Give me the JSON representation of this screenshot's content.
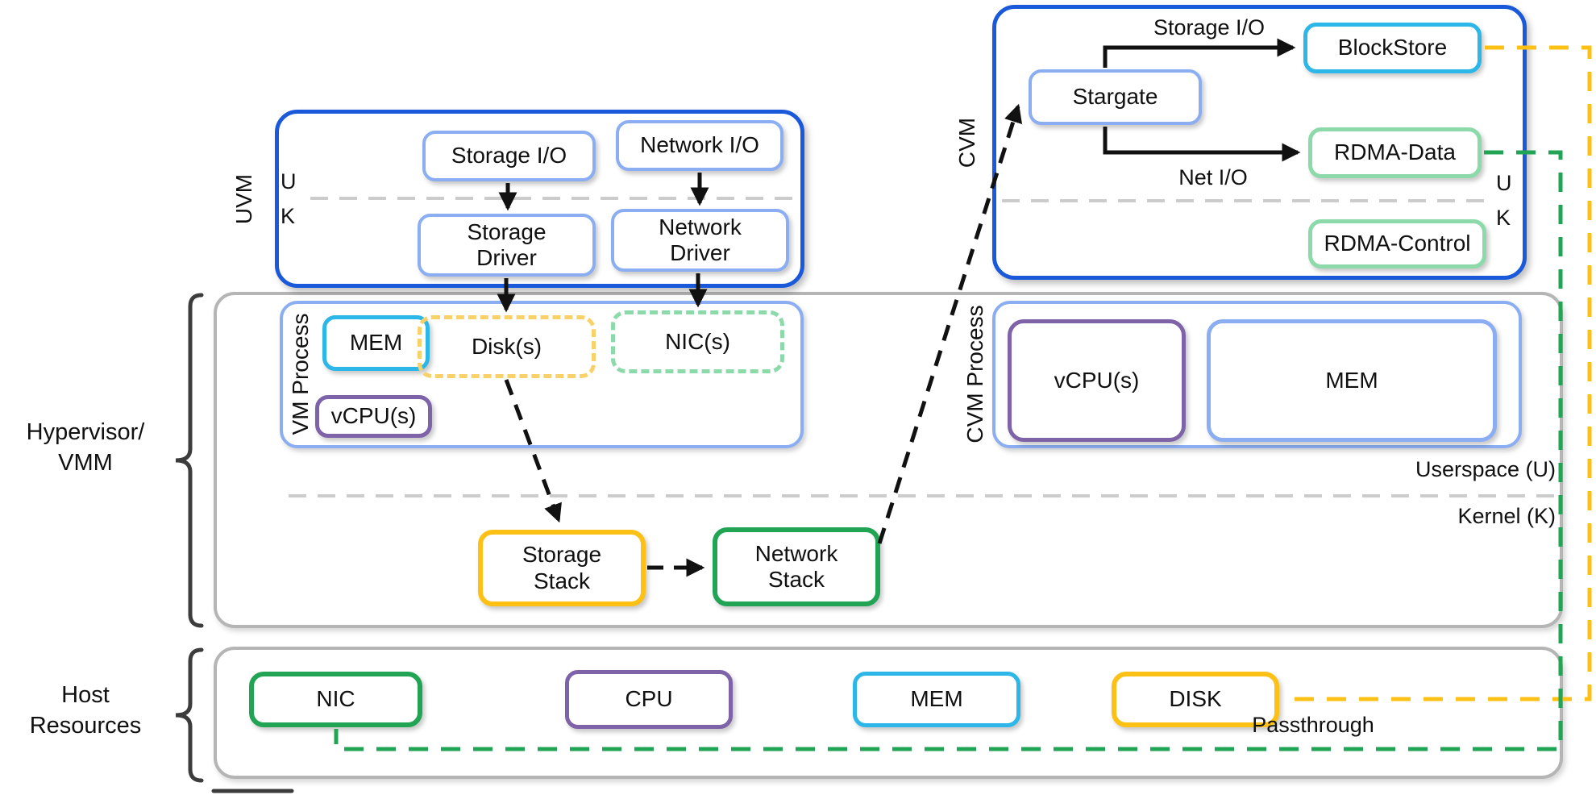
{
  "colors": {
    "strong_blue": "#1a59d9",
    "light_blue": "#8badf2",
    "cyan": "#2cb7e8",
    "purple": "#7e63a9",
    "yellow": "#fdc116",
    "light_yellow": "#f8d168",
    "green": "#22a455",
    "light_green": "#8cd9a9",
    "gray_border": "#b5b5b5",
    "divider_gray": "#cccccc",
    "brace_gray": "#3c3c3c",
    "arrow_black": "#111111"
  },
  "uvm": {
    "label": "UVM",
    "userspace_abbr": "U",
    "kernel_abbr": "K",
    "storage_io": "Storage I/O",
    "network_io": "Network I/O",
    "storage_driver": "Storage Driver",
    "network_driver": "Network Driver"
  },
  "cvm": {
    "label": "CVM",
    "userspace_abbr": "U",
    "kernel_abbr": "K",
    "stargate": "Stargate",
    "blockstore": "BlockStore",
    "rdma_data": "RDMA-Data",
    "rdma_control": "RDMA-Control",
    "storage_io_arrow_label": "Storage I/O",
    "net_io_arrow_label": "Net I/O"
  },
  "hypervisor": {
    "brace_line1": "Hypervisor/",
    "brace_line2": "VMM",
    "userspace_label": "Userspace (U)",
    "kernel_label": "Kernel (K)",
    "vm_process": {
      "label": "VM Process",
      "mem": "MEM",
      "vcpus": "vCPU(s)",
      "disks": "Disk(s)",
      "nics": "NIC(s)"
    },
    "cvm_process": {
      "label": "CVM Process",
      "vcpus": "vCPU(s)",
      "mem": "MEM"
    },
    "storage_stack": "Storage Stack",
    "network_stack": "Network Stack"
  },
  "host": {
    "brace_line1": "Host",
    "brace_line2": "Resources",
    "nic": "NIC",
    "cpu": "CPU",
    "mem": "MEM",
    "disk": "DISK",
    "passthrough": "Passthrough"
  }
}
